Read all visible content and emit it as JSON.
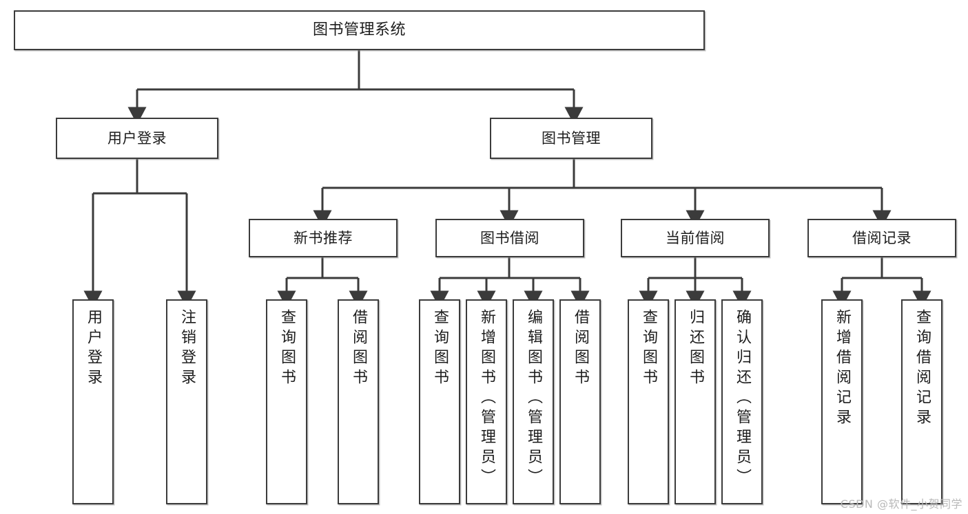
{
  "diagram": {
    "title": "图书管理系统",
    "type": "tree-hierarchy",
    "watermark": "CSDN @软件_小贺同学",
    "colors": {
      "box_border": "#3b3b3b",
      "box_fill": "#ffffff",
      "edge": "#3b3b3b",
      "text": "#1d1d1d",
      "watermark": "#b9b9b9"
    }
  },
  "nodes": {
    "root": {
      "label": "图书管理系统"
    },
    "level2": [
      {
        "label": "用户登录"
      },
      {
        "label": "图书管理"
      }
    ],
    "level3": [
      {
        "label": "新书推荐"
      },
      {
        "label": "图书借阅"
      },
      {
        "label": "当前借阅"
      },
      {
        "label": "借阅记录"
      }
    ],
    "leaves": {
      "user_login": [
        {
          "label": "用户登录"
        },
        {
          "label": "注销登录"
        }
      ],
      "new_book": [
        {
          "label": "查询图书"
        },
        {
          "label": "借阅图书"
        }
      ],
      "book_borrow": [
        {
          "label": "查询图书"
        },
        {
          "label": "新增图书（管理员）"
        },
        {
          "label": "编辑图书（管理员）"
        },
        {
          "label": "借阅图书"
        }
      ],
      "current_borrow": [
        {
          "label": "查询图书"
        },
        {
          "label": "归还图书"
        },
        {
          "label": "确认归还（管理员）"
        }
      ],
      "borrow_record": [
        {
          "label": "新增借阅记录"
        },
        {
          "label": "查询借阅记录"
        }
      ]
    }
  }
}
